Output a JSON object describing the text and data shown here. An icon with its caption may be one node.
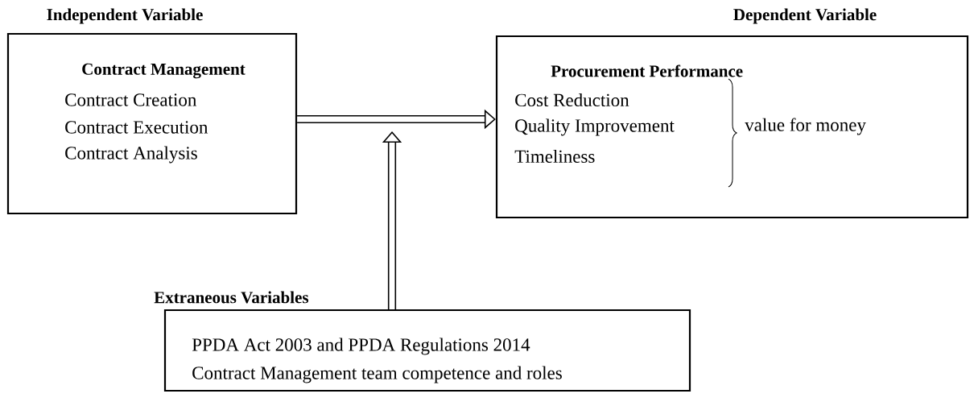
{
  "diagram": {
    "nodes": [
      {
        "text": [
          "Independent Variable",
          "Contract Management",
          "Contract Creation",
          "Contract Execution",
          "Contract Analysis"
        ]
      },
      {
        "text": [
          "Dependent Variable",
          "Procurement Performance",
          "Cost Reduction",
          "Quality Improvement",
          "Timeliness"
        ]
      },
      {
        "text": [
          "Extraneous Variables",
          "PPDA Act 2003 and PPDA Regulations 2014",
          "Contract Management team competence and roles"
        ]
      }
    ],
    "edges": [
      {
        "from": 0,
        "to": 1,
        "arrow": "to"
      },
      {
        "from": 2,
        "to": null,
        "arrow": "to"
      }
    ],
    "labels": [
      "value for money"
    ]
  }
}
